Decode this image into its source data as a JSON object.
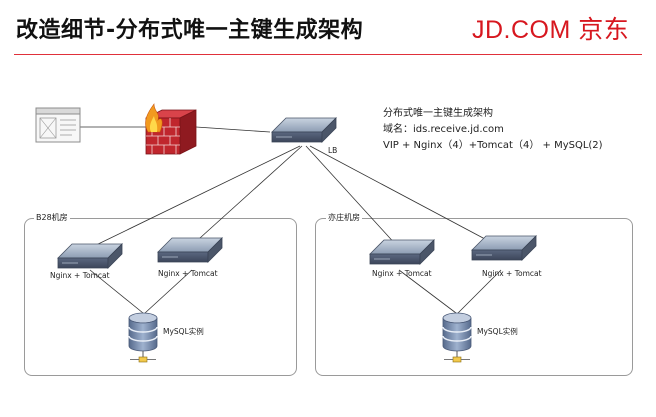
{
  "slide": {
    "title": "改造细节-分布式唯一主键生成架构",
    "brand": "JD.COM 京东",
    "info_lines": [
      "分布式唯一主键生成架构",
      "域名：ids.receive.jd.com",
      "VIP  +  Nginx（4）+Tomcat（4）  +   MySQL(2)"
    ]
  },
  "diagram": {
    "lb_label": "LB",
    "rooms": [
      {
        "label": "B28机房",
        "servers": [
          "Nginx + Tomcat",
          "Nginx + Tomcat"
        ],
        "db_label": "MySQL实例"
      },
      {
        "label": "亦庄机房",
        "servers": [
          "Nginx + Tomcat",
          "Nginx + Tomcat"
        ],
        "db_label": "MySQL实例"
      }
    ]
  },
  "colors": {
    "brand_red": "#d7171f",
    "rule_red": "#e0303a",
    "server_face": "#8fa1b8",
    "firewall_brick": "#c0262d",
    "db_blue": "#5b6f8f"
  },
  "icons": [
    "browser-window-icon",
    "firewall-icon",
    "server-icon",
    "database-icon"
  ]
}
